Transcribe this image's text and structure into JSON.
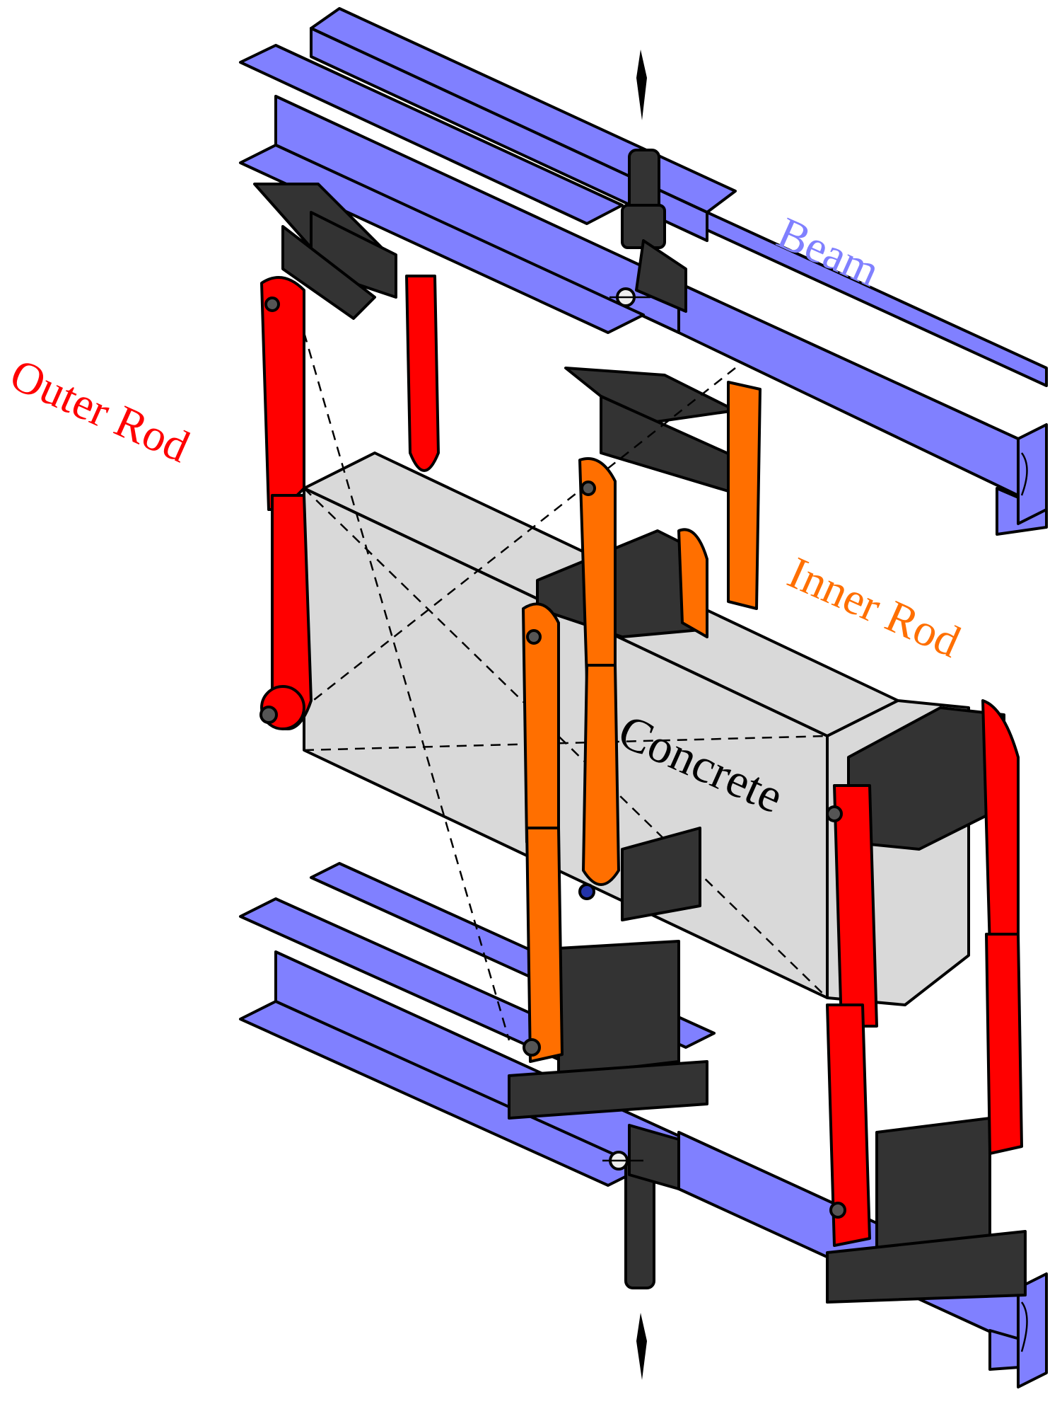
{
  "figure": {
    "labels": {
      "beam": "Beam",
      "outer_rod": "Outer Rod",
      "inner_rod": "Inner Rod",
      "concrete": "Concrete"
    },
    "colors": {
      "beam": "#8080ff",
      "outer_rod": "#ff0000",
      "inner_rod": "#ff6f00",
      "concrete": "#d9d9d9",
      "block": "#333333",
      "outline": "#000000"
    }
  }
}
